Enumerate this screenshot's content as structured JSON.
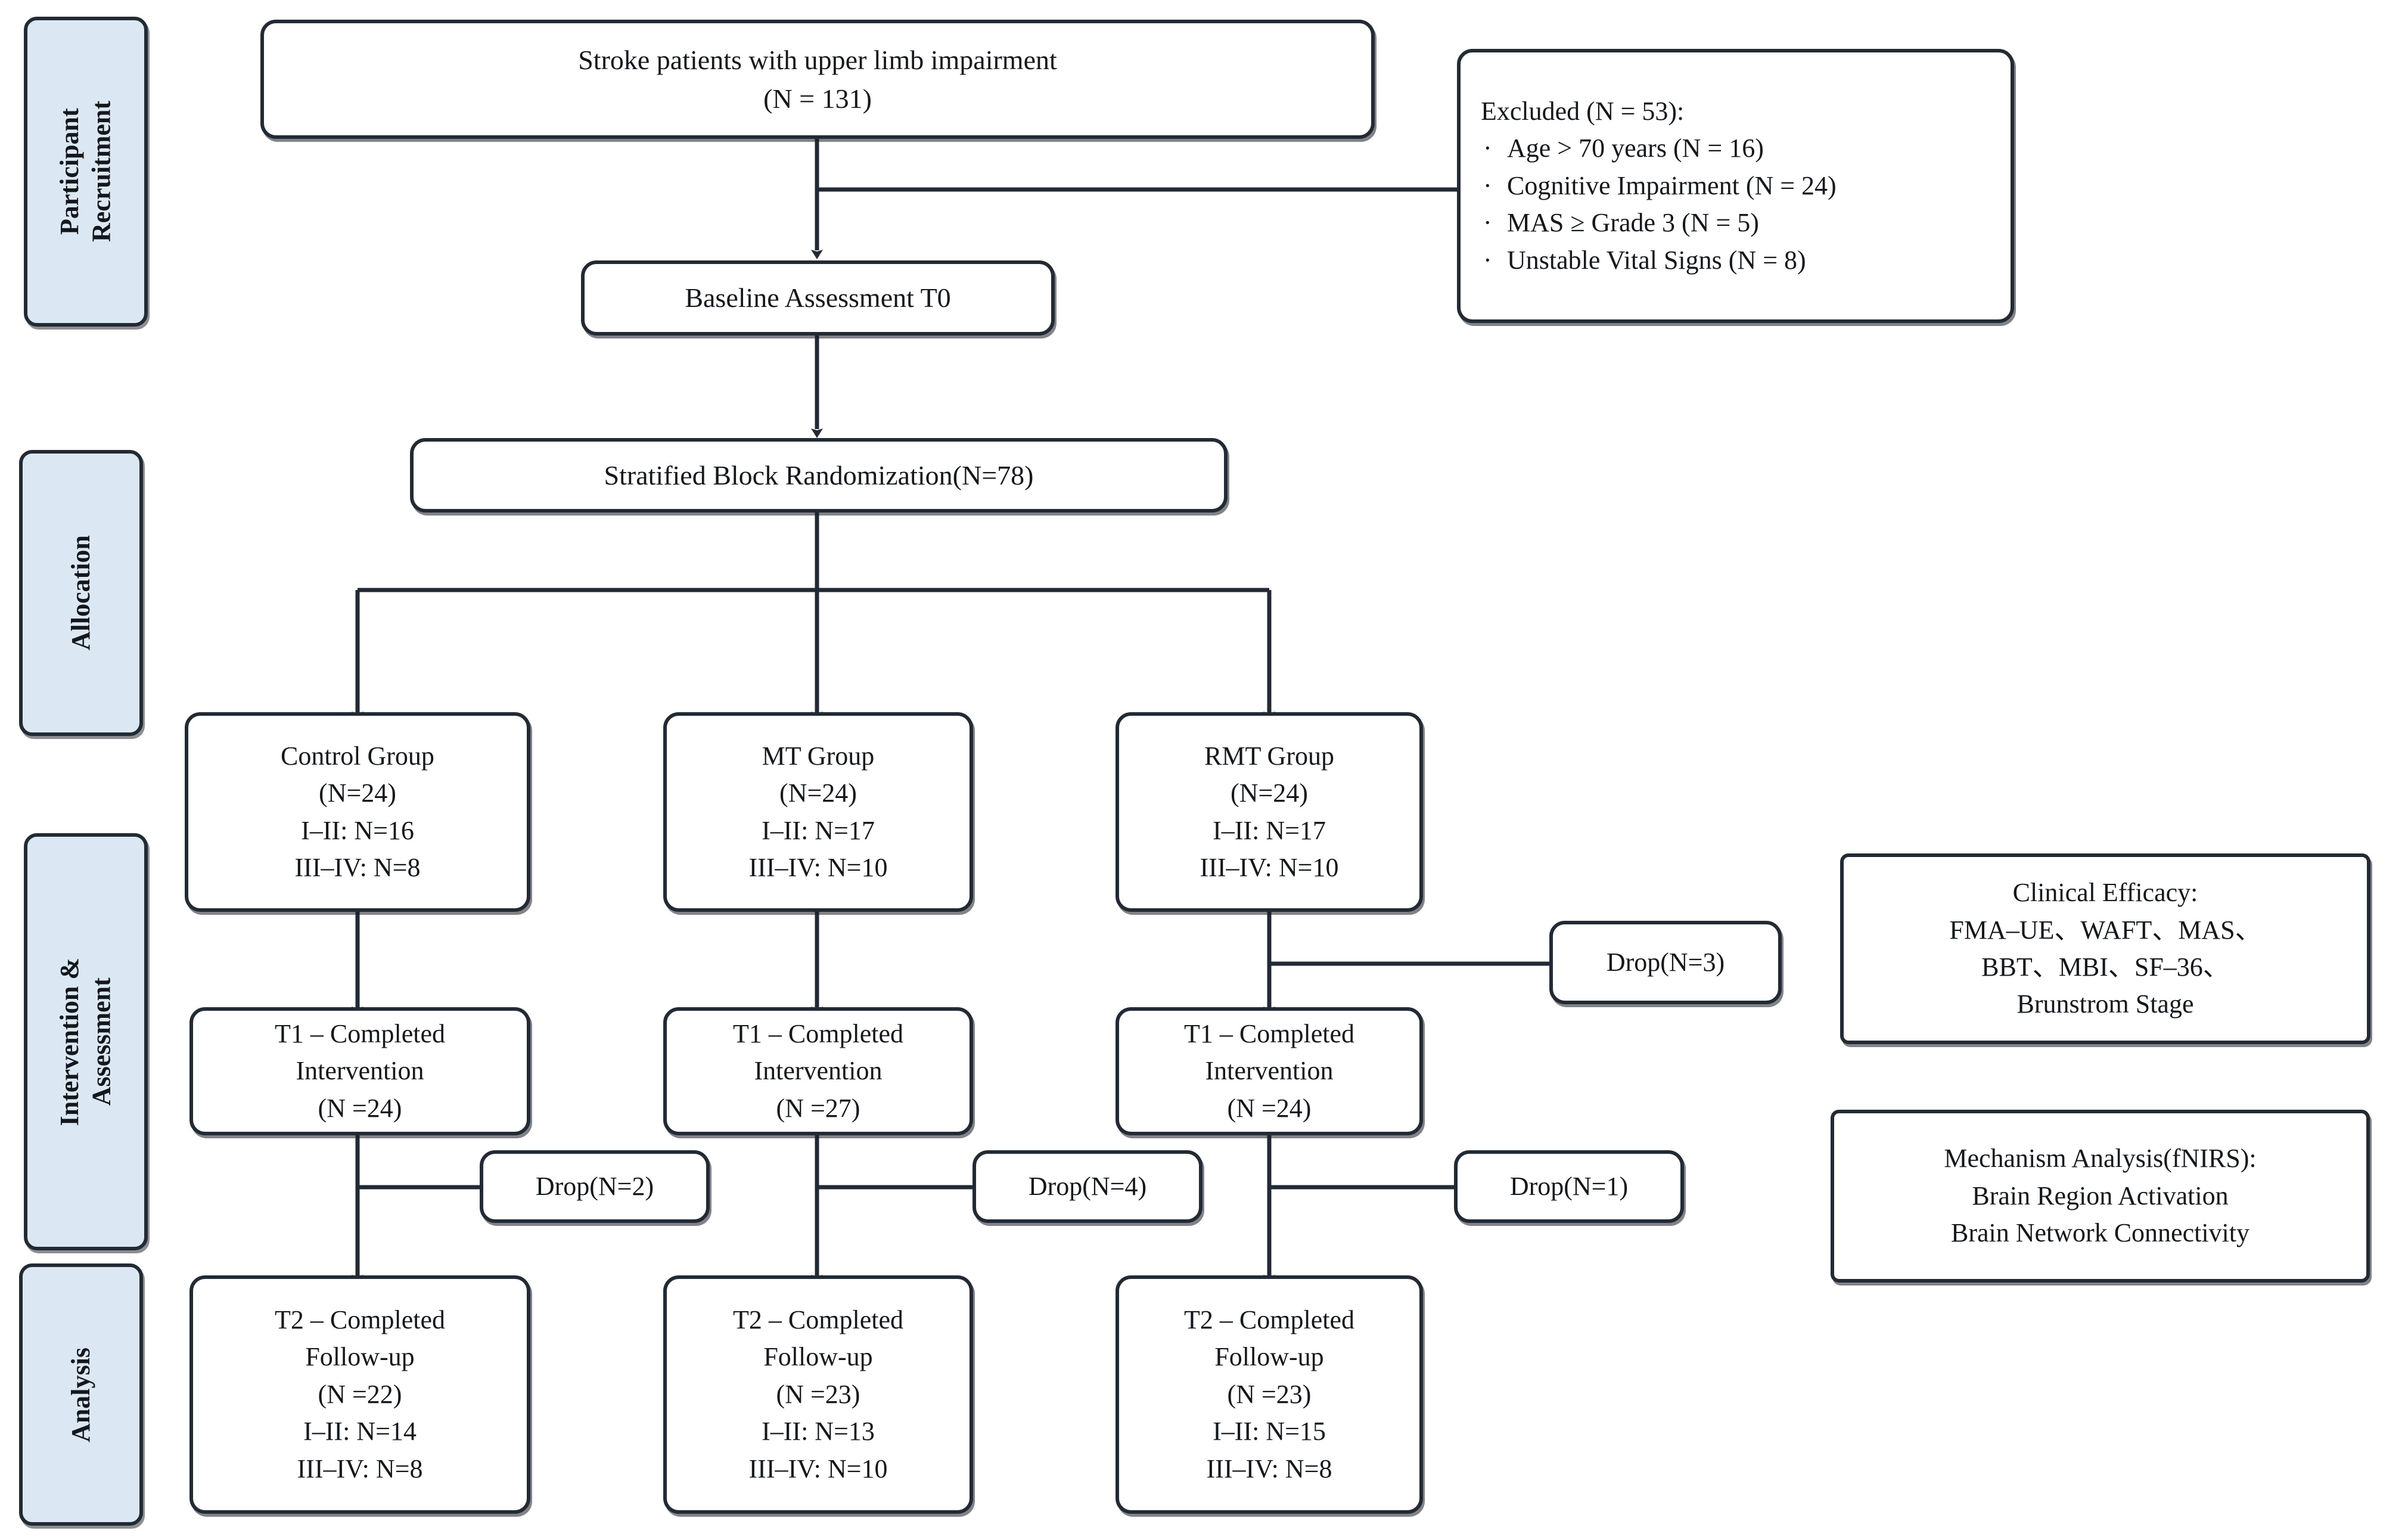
{
  "diagram": {
    "type": "consort-flow-diagram",
    "title": "Stroke upper-limb rehabilitation trial flow"
  },
  "phases": [
    {
      "id": "participant-recruitment",
      "label": "Participant\nRecruitment"
    },
    {
      "id": "allocation",
      "label": "Allocation"
    },
    {
      "id": "intervention-assessment",
      "label": "Intervention &\nAssessment"
    },
    {
      "id": "analysis",
      "label": "Analysis"
    }
  ],
  "nodes": {
    "enrollment": {
      "id": "stroke-patients",
      "lines": [
        "Stroke patients with upper limb impairment",
        "(N = 131)"
      ]
    },
    "excluded": {
      "id": "excluded",
      "header": "Excluded (N = 53):",
      "bullet": "·",
      "items": [
        "Age > 70 years (N = 16)",
        "Cognitive Impairment (N = 24)",
        "MAS ≥ Grade 3 (N = 5)",
        "Unstable Vital Signs (N = 8)"
      ]
    },
    "baseline": {
      "id": "baseline-assessment",
      "lines": [
        "Baseline Assessment T0"
      ]
    },
    "randomization": {
      "id": "stratified-block-randomization",
      "lines": [
        "Stratified Block Randomization(N=78)"
      ]
    }
  },
  "groups": [
    {
      "id": "control",
      "allocation": {
        "lines": [
          "Control Group",
          "(N=24)",
          "I–II: N=16",
          "III–IV: N=8"
        ]
      },
      "t1": {
        "lines": [
          "T1 – Completed",
          "Intervention",
          "(N =24)"
        ]
      },
      "t2": {
        "lines": [
          "T2 – Completed",
          "Follow-up",
          "(N =22)",
          "I–II: N=14",
          "III–IV: N=8"
        ]
      },
      "drop_t1_t2": {
        "label": "Drop(N=2)"
      },
      "drop_alloc_t1": null
    },
    {
      "id": "mt",
      "allocation": {
        "lines": [
          "MT Group",
          "(N=24)",
          "I–II: N=17",
          "III–IV: N=10"
        ]
      },
      "t1": {
        "lines": [
          "T1 – Completed",
          "Intervention",
          "(N =27)"
        ]
      },
      "t2": {
        "lines": [
          "T2 – Completed",
          "Follow-up",
          "(N =23)",
          "I–II: N=13",
          "III–IV: N=10"
        ]
      },
      "drop_t1_t2": {
        "label": "Drop(N=4)"
      },
      "drop_alloc_t1": null
    },
    {
      "id": "rmt",
      "allocation": {
        "lines": [
          "RMT Group",
          "(N=24)",
          "I–II: N=17",
          "III–IV: N=10"
        ]
      },
      "t1": {
        "lines": [
          "T1 – Completed",
          "Intervention",
          "(N =24)"
        ]
      },
      "t2": {
        "lines": [
          "T2 – Completed",
          "Follow-up",
          "(N =23)",
          "I–II: N=15",
          "III–IV: N=8"
        ]
      },
      "drop_t1_t2": {
        "label": "Drop(N=1)"
      },
      "drop_alloc_t1": {
        "label": "Drop(N=3)"
      }
    }
  ],
  "outcomes": [
    {
      "id": "clinical-efficacy",
      "lines": [
        "Clinical Efficacy:",
        "FMA–UE、WAFT、MAS、",
        "BBT、MBI、SF–36、",
        "Brunstrom Stage"
      ]
    },
    {
      "id": "mechanism-analysis",
      "lines": [
        "Mechanism Analysis(fNIRS):",
        "Brain Region Activation",
        "Brain Network Connectivity"
      ]
    }
  ],
  "colors": {
    "phase_fill": "#dbe7f3",
    "stroke": "#222b33",
    "box_fill": "#ffffff",
    "text": "#14181c"
  }
}
